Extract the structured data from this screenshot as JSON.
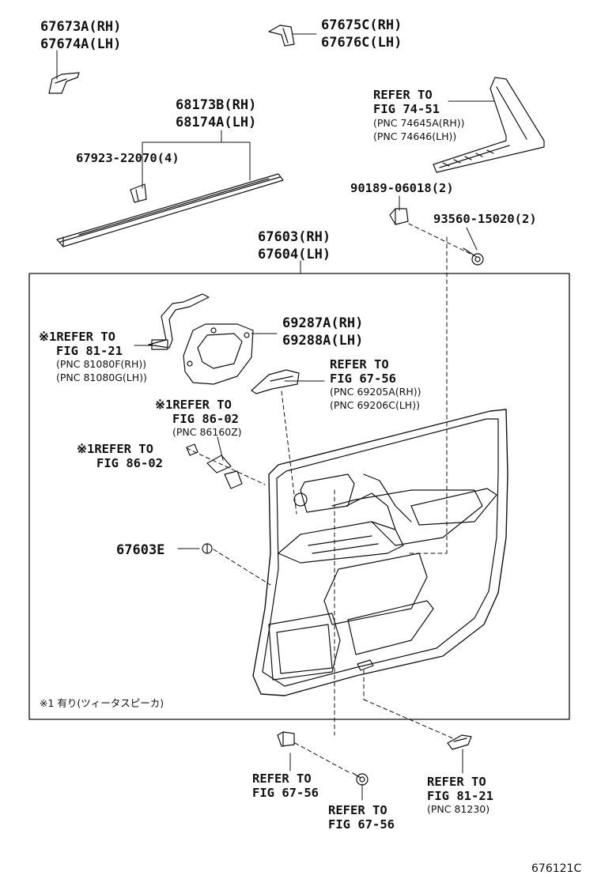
{
  "parts": {
    "p67673A": "67673A(RH)",
    "p67674A": "67674A(LH)",
    "p67675C": "67675C(RH)",
    "p67676C": "67676C(LH)",
    "p68173B": "68173B(RH)",
    "p68174A": "68174A(LH)",
    "p67923": "67923-22070(4)",
    "p90189": "90189-06018(2)",
    "p93560": "93560-15020(2)",
    "p67603": "67603(RH)",
    "p67604": "67604(LH)",
    "p69287A": "69287A(RH)",
    "p69288A": "69288A(LH)",
    "p67603E": "67603E"
  },
  "refs": {
    "r7451_a": "REFER TO",
    "r7451_b": "FIG 74-51",
    "r7451_c": "(PNC 74645A(RH))",
    "r7451_d": "(PNC 74646(LH))",
    "r8121_a": "※1REFER TO",
    "r8121_b": "FIG 81-21",
    "r8121_c": "(PNC 81080F(RH))",
    "r8121_d": "(PNC 81080G(LH))",
    "r6756_a": "REFER TO",
    "r6756_b": "FIG 67-56",
    "r6756_c": "(PNC 69205A(RH))",
    "r6756_d": "(PNC 69206C(LH))",
    "r8602a_a": "※1REFER TO",
    "r8602a_b": "FIG 86-02",
    "r8602a_c": "(PNC 86160Z)",
    "r8602b_a": "※1REFER TO",
    "r8602b_b": "FIG 86-02",
    "rb1_a": "REFER TO",
    "rb1_b": "FIG 67-56",
    "rb2_a": "REFER TO",
    "rb2_b": "FIG 67-56",
    "rb3_a": "REFER TO",
    "rb3_b": "FIG 81-21",
    "rb3_c": "(PNC 81230)"
  },
  "note": "※1 有り(ツィータスピーカ)",
  "figure_id": "676121C"
}
